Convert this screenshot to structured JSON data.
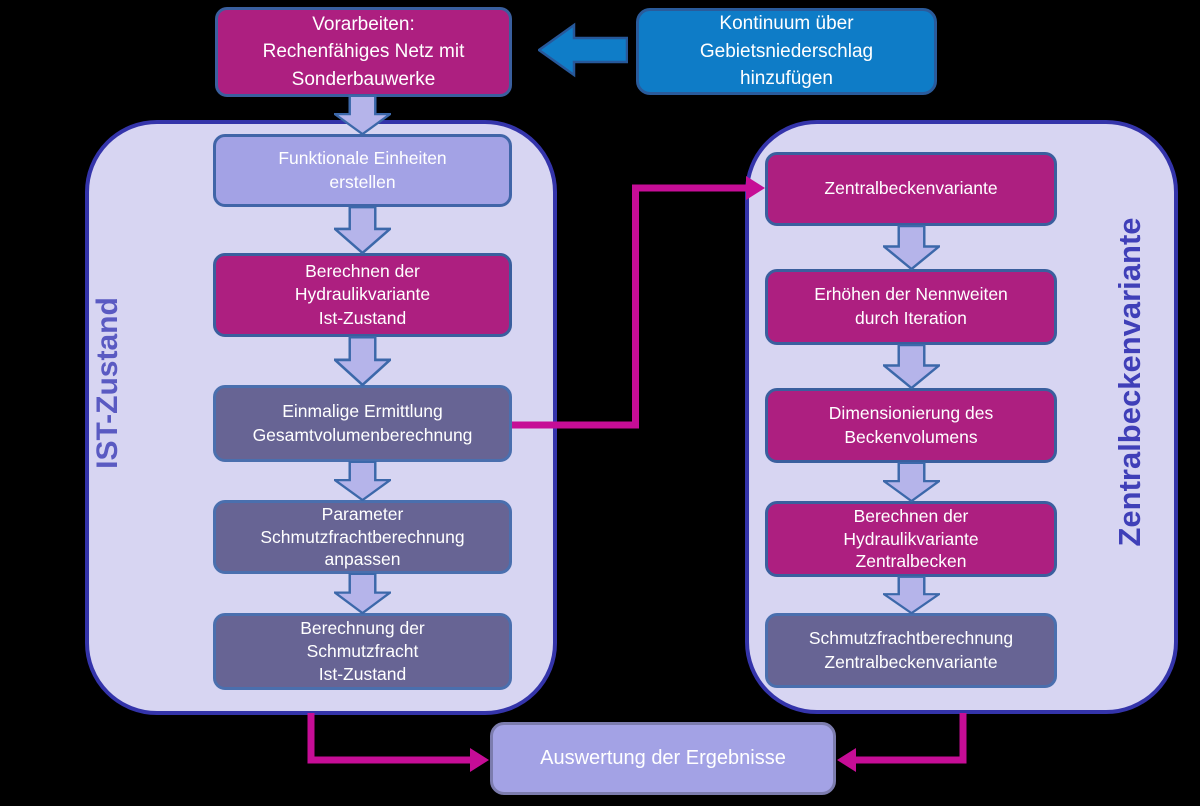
{
  "diagram": {
    "title_context": "Ablaufschema Schmutzfrachtberechnung",
    "colors": {
      "background": "#000000",
      "container_fill": "#d7d5f2",
      "container_border": "#3434aa",
      "magenta_box": "#ad1f80",
      "slate_box": "#676494",
      "light_box": "#a3a2e5",
      "blue_box": "#0e7cc7",
      "box_border": "#3a5f9e",
      "block_arrow_fill": "#b5b4ea",
      "block_arrow_border": "#3c68aa",
      "connector": "#c60d96",
      "ist_label_color": "#5a5ac2",
      "zb_label_color": "#3f3fb8",
      "box_text": "#ffffff"
    },
    "top": {
      "prework_box": "Vorarbeiten:\nRechenfähiges Netz mit\nSonderbauwerke",
      "continuum_box": "Kontinuum über\nGebietsniederschlag\nhinzufügen"
    },
    "ist_zustand": {
      "label": "IST-Zustand",
      "boxes": [
        {
          "label": "Funktionale Einheiten\nerstellen",
          "style": "light"
        },
        {
          "label": "Berechnen der\nHydraulikvariante\nIst-Zustand",
          "style": "magenta"
        },
        {
          "label": "Einmalige Ermittlung\nGesamtvolumenberechnung",
          "style": "slate"
        },
        {
          "label": "Parameter\nSchmutzfrachtberechnung\nanpassen",
          "style": "slate"
        },
        {
          "label": "Berechnung der\nSchmutzfracht\nIst-Zustand",
          "style": "slate"
        }
      ]
    },
    "zentralbecken": {
      "label": "Zentralbeckenvariante",
      "boxes": [
        {
          "label": "Zentralbeckenvariante",
          "style": "magenta"
        },
        {
          "label": "Erhöhen der Nennweiten\ndurch Iteration",
          "style": "magenta"
        },
        {
          "label": "Dimensionierung des\nBeckenvolumens",
          "style": "magenta"
        },
        {
          "label": "Berechnen der\nHydraulikvariante\nZentralbecken",
          "style": "magenta"
        },
        {
          "label": "Schmutzfrachtberechnung\nZentralbeckenvariante",
          "style": "slate"
        }
      ]
    },
    "result_box": "Auswertung der Ergebnisse"
  }
}
